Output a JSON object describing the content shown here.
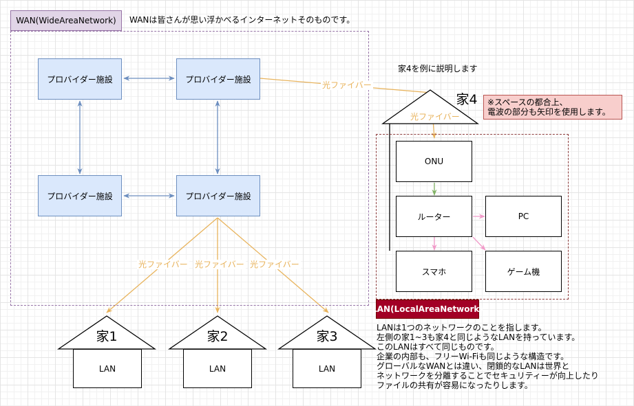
{
  "wan": {
    "tag": "WAN(WideAreaNetwork)",
    "description": "WANは皆さんが思い浮かべるインターネットそのものです。",
    "providers": [
      "プロバイダー施設",
      "プロバイダー施設",
      "プロバイダー施設",
      "プロバイダー施設"
    ]
  },
  "fiber_label": "光ファイバー",
  "houses": [
    {
      "name": "家1",
      "inner": "LAN"
    },
    {
      "name": "家2",
      "inner": "LAN"
    },
    {
      "name": "家3",
      "inner": "LAN"
    },
    {
      "name": "家4"
    }
  ],
  "example_caption": "家4を例に説明します",
  "space_note": {
    "line1": "※スペースの都合上、",
    "line2": "電波の部分も矢印を使用します。"
  },
  "lan_devices": {
    "onu": "ONU",
    "router": "ルーター",
    "pc": "PC",
    "phone": "スマホ",
    "game": "ゲーム機"
  },
  "lan": {
    "tag": "LAN(LocalAreaNetwork)",
    "description": [
      "LANは1つのネットワークのことを指します。",
      "左側の家1~3も家4と同じようなLANを持っています。",
      "このLANはすべて同じものです。",
      "企業の内部も、フリーWi-Fiも同じような構造です。",
      "グローバルなWANとは違い、閉鎖的なLANは世界と",
      "ネットワークを分離することでセキュリティーが向上したり",
      "ファイルの共有が容易になったりします。"
    ]
  },
  "colors": {
    "provider_fill": "#dae8fc",
    "provider_stroke": "#6c8ebf",
    "fiber": "#e8b35c",
    "note_fill": "#f8cecc",
    "lan_tag": "#a20025",
    "wan_tag": "#e1d5e7",
    "green_arrow": "#82b366",
    "pink_arrow": "#f19bc9"
  }
}
